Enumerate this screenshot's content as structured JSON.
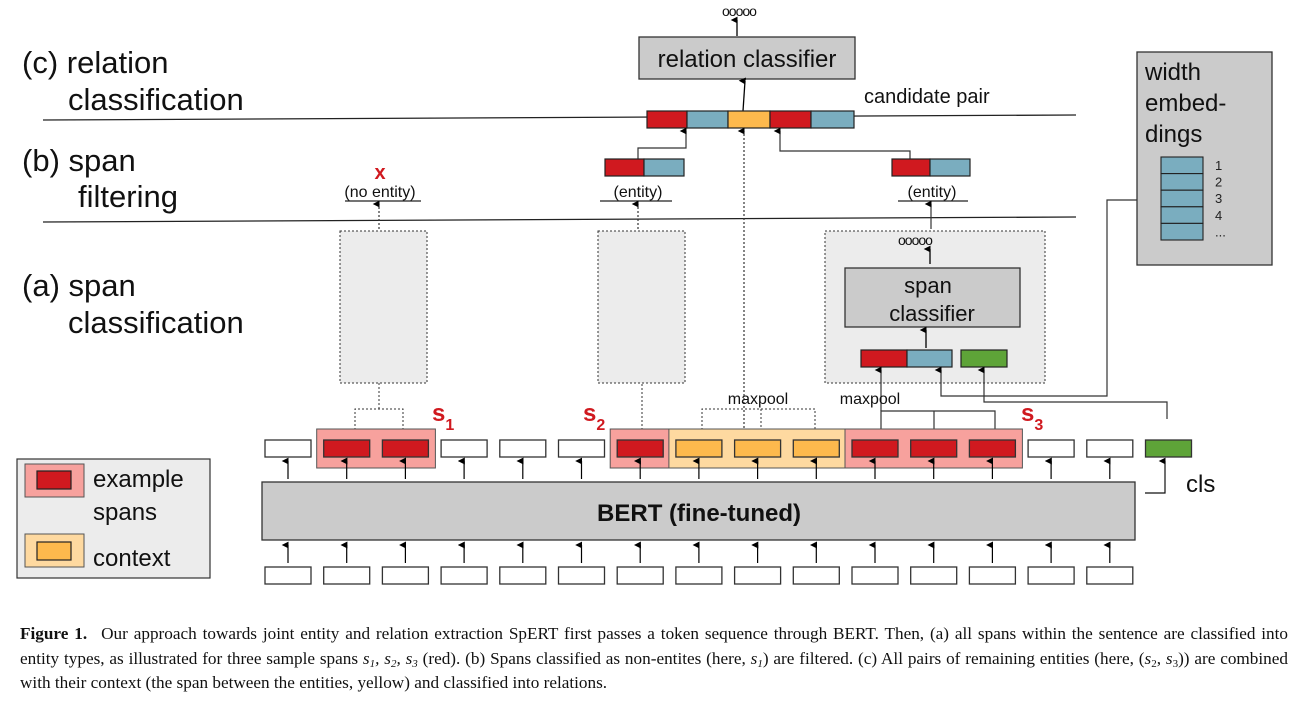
{
  "figure": {
    "stage_labels": {
      "c_line1": "(c) relation",
      "c_line2": "classification",
      "b_line1": "(b) span",
      "b_line2": "filtering",
      "a_line1": "(a) span",
      "a_line2": "classification"
    },
    "relation_classifier": "relation classifier",
    "candidate_pair": "candidate pair",
    "output_dots": "ooooo",
    "span_filter_results": [
      {
        "marker": "x",
        "label": "(no entity)"
      },
      {
        "label": "(entity)"
      },
      {
        "label": "(entity)"
      }
    ],
    "span_classifier_line1": "span",
    "span_classifier_line2": "classifier",
    "maxpool_labels": [
      "maxpool",
      "maxpool"
    ],
    "span_names": [
      {
        "letter": "s",
        "sub": "1"
      },
      {
        "letter": "s",
        "sub": "2"
      },
      {
        "letter": "s",
        "sub": "3"
      }
    ],
    "bert_label": "BERT (fine-tuned)",
    "cls_label": "cls",
    "width_embeddings": {
      "line1": "width",
      "line2": "embed-",
      "line3": "dings",
      "rows": [
        "1",
        "2",
        "3",
        "4",
        "..."
      ]
    },
    "legend": [
      {
        "line1": "example",
        "line2": "spans"
      },
      {
        "line1": "context"
      }
    ],
    "token_count": 15,
    "token_roles": [
      "plain",
      "s1",
      "s1",
      "plain",
      "plain",
      "plain",
      "s2",
      "ctx",
      "ctx",
      "ctx",
      "s3",
      "s3",
      "s3",
      "plain",
      "plain",
      "cls"
    ],
    "colors": {
      "span_red": "#d0191f",
      "span_bg": "#f7a19d",
      "context_yellow": "#fdb94d",
      "context_bg": "#fed9a0",
      "width_blue": "#7aadbf",
      "cls_green": "#5ea438",
      "box_gray": "#cbcbcb",
      "panel_gray": "#ececec",
      "marker_red": "#d0191f"
    }
  },
  "caption": {
    "label": "Figure 1.",
    "text_1": "Our approach towards joint entity and relation extraction SpERT first passes a token sequence through BERT. Then, (a) all spans within the sentence are classified into entity types, as illustrated for three sample spans ",
    "text_2": " (red). (b) Spans classified as non-entites (here, ",
    "text_3": ") are filtered. (c) All pairs of remaining entities (here, ",
    "text_4": ") are combined with their context (the span between the entities, yellow) and classified into relations.",
    "math_spans": "s1, s2, s3",
    "math_s1": "s1",
    "math_pair": "(s2, s3)"
  }
}
